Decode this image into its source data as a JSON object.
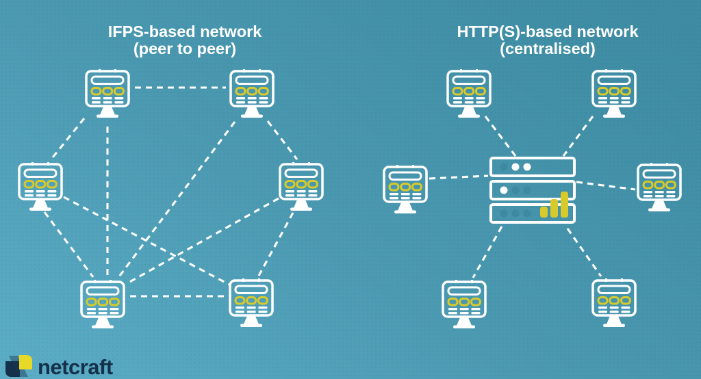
{
  "diagram": {
    "left": {
      "title": "IFPS-based network",
      "subtitle": "(peer to peer)",
      "topology": "peer-to-peer mesh",
      "nodes": [
        "peer-top-left",
        "peer-top-right",
        "peer-mid-left",
        "peer-mid-right",
        "peer-bottom-left",
        "peer-bottom-right"
      ],
      "connections": [
        [
          "peer-top-left",
          "peer-top-right"
        ],
        [
          "peer-top-left",
          "peer-mid-left"
        ],
        [
          "peer-top-left",
          "peer-bottom-left"
        ],
        [
          "peer-top-right",
          "peer-mid-right"
        ],
        [
          "peer-top-right",
          "peer-bottom-left"
        ],
        [
          "peer-mid-left",
          "peer-bottom-left"
        ],
        [
          "peer-mid-left",
          "peer-bottom-right"
        ],
        [
          "peer-mid-right",
          "peer-bottom-left"
        ],
        [
          "peer-mid-right",
          "peer-bottom-right"
        ],
        [
          "peer-bottom-left",
          "peer-bottom-right"
        ]
      ]
    },
    "right": {
      "title": "HTTP(S)-based network",
      "subtitle": "(centralised)",
      "topology": "hub-and-spoke",
      "hub": "central-server",
      "nodes": [
        "client-top-left",
        "client-top-right",
        "client-mid-left",
        "client-mid-right",
        "client-bottom-left",
        "client-bottom-right"
      ],
      "connections": [
        [
          "client-top-left",
          "central-server"
        ],
        [
          "client-top-right",
          "central-server"
        ],
        [
          "client-mid-left",
          "central-server"
        ],
        [
          "client-mid-right",
          "central-server"
        ],
        [
          "client-bottom-left",
          "central-server"
        ],
        [
          "client-bottom-right",
          "central-server"
        ]
      ]
    }
  },
  "icons": {
    "computer": "monitor-browser-icon",
    "server": "server-rack-icon",
    "server_chart": "bar-chart-icon",
    "logo_mark": "netcraft-n-mark"
  },
  "logo": {
    "text": "netcraft"
  },
  "colors": {
    "background_light": "#5cadc7",
    "background_dark": "#3e8ca3",
    "line_white": "#ffffff",
    "accent_yellow": "#d8ca2b",
    "server_dim_dot": "#3c89a0",
    "logo_navy": "#15304a",
    "logo_yellow": "#e8d827"
  }
}
